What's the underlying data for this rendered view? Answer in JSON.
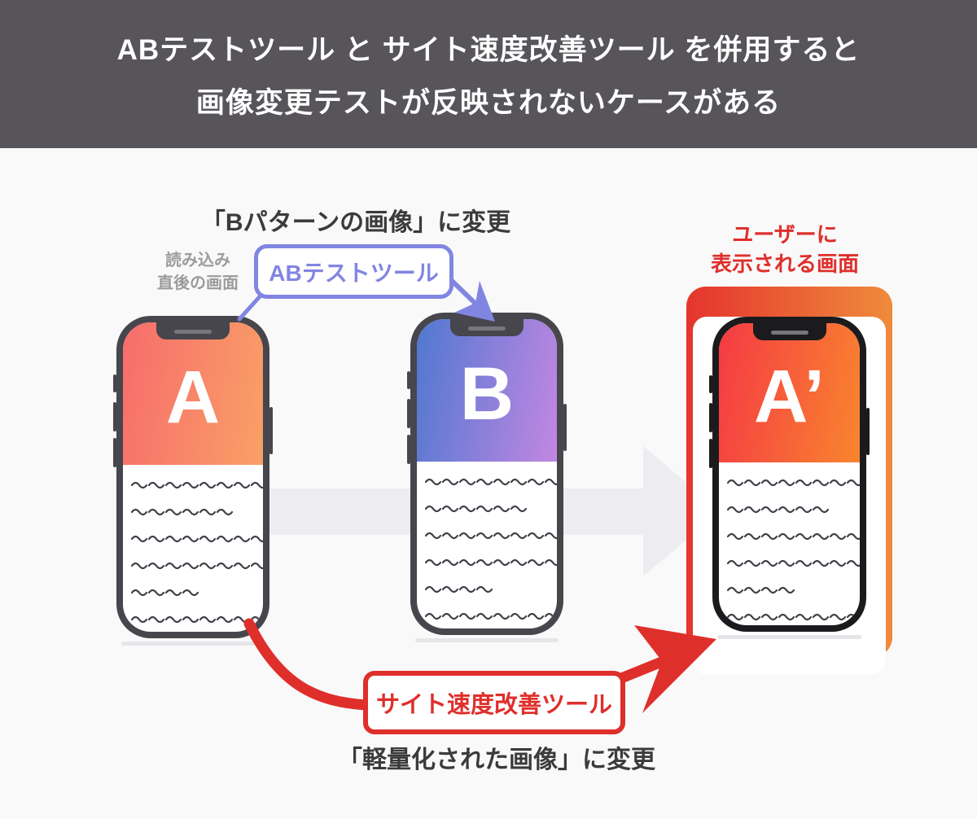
{
  "title": {
    "line1": "ABテストツール と サイト速度改善ツール を併用すると",
    "line2": "画像変更テストが反映されないケースがある"
  },
  "annotations": {
    "b_pattern_caption": "「Bパターンの画像」に変更",
    "initial_screen_line1": "読み込み",
    "initial_screen_line2": "直後の画面",
    "ab_test_tool": "ABテストツール",
    "user_screen_line1": "ユーザーに",
    "user_screen_line2": "表示される画面",
    "speed_tool": "サイト速度改善ツール",
    "lightweight_caption": "「軽量化された画像」に変更"
  },
  "phones": [
    {
      "name": "pattern-a",
      "letter": "A",
      "frame": "#46464C",
      "gradient_start": "#F76C6C",
      "gradient_end": "#F9A066",
      "rows": [
        8,
        6,
        8,
        8,
        4,
        8
      ]
    },
    {
      "name": "pattern-b",
      "letter": "B",
      "frame": "#46464C",
      "gradient_start": "#5078D0",
      "gradient_end": "#C287E2",
      "rows": [
        8,
        6,
        8,
        8,
        4,
        8
      ]
    },
    {
      "name": "pattern-a-degraded",
      "letter": "A’",
      "frame": "#1B1B1D",
      "gradient_start": "#F53A44",
      "gradient_end": "#F9852E",
      "rows": [
        8,
        6,
        8,
        8,
        4,
        8
      ]
    }
  ],
  "colors": {
    "header_bg": "#57545A",
    "page_bg": "#FAF9F9",
    "caption_text": "#3B3B3B",
    "muted_text": "#9B9B9B",
    "purple": "#8185E2",
    "red": "#DF2F2B",
    "flow_arrow": "#EDECF0",
    "squiggle": "#3F3F47",
    "result_border_start": "#E5342E",
    "result_border_end": "#EF8B3B"
  }
}
